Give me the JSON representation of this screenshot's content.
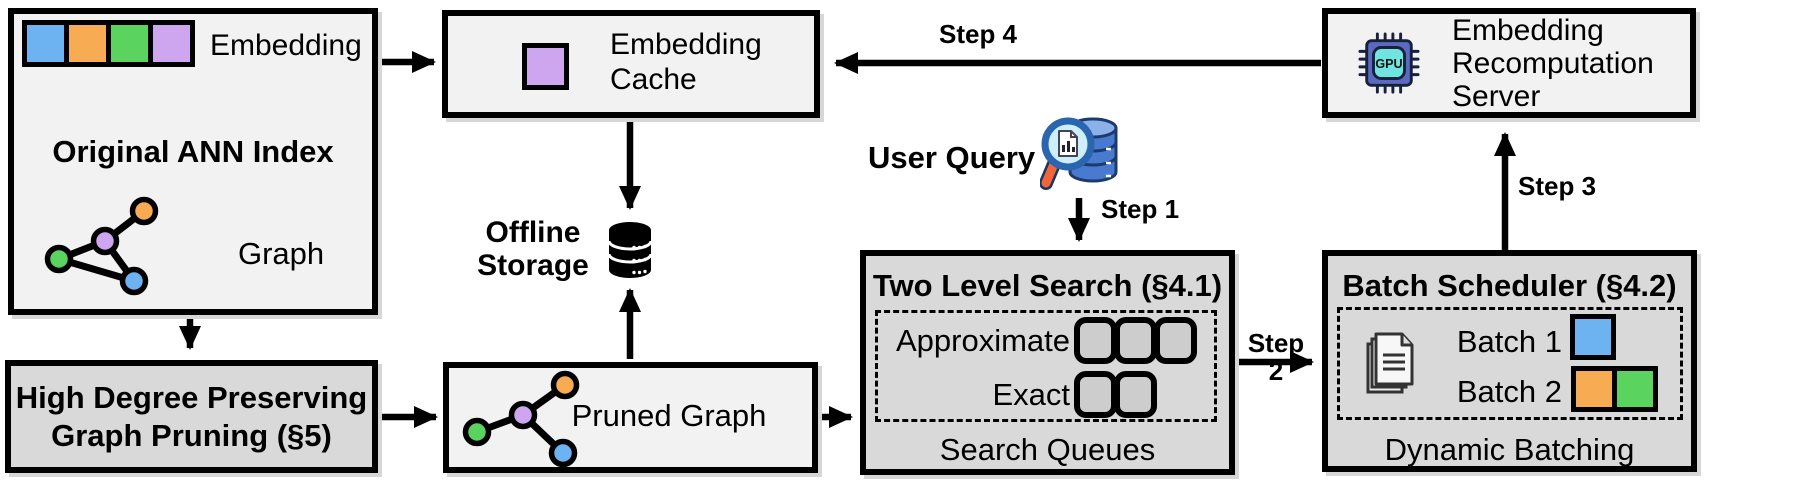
{
  "colors": {
    "box_light": "#f2f2f2",
    "box_dark": "#d9d9d9",
    "border": "#000000",
    "embedding_blue": "#6db3f2",
    "embedding_orange": "#f7ab53",
    "embedding_green": "#5bd45f",
    "embedding_purple": "#cda6ef",
    "gpu_chip_body": "#5b6abf",
    "gpu_chip_core": "#70e5df",
    "query_db_blue": "#4a7ad0",
    "magnifier_handle_orange": "#f2653a"
  },
  "ann_index": {
    "embedding_label": "Embedding",
    "title": "Original ANN Index",
    "graph_label": "Graph",
    "embedding_cells": [
      "blue",
      "orange",
      "green",
      "purple"
    ]
  },
  "embedding_cache": {
    "label": "Embedding\nCache"
  },
  "recomputation_server": {
    "label": "Embedding\nRecomputation\nServer",
    "gpu_label": "GPU"
  },
  "offline_storage": {
    "label": "Offline\nStorage"
  },
  "user_query": {
    "label": "User Query"
  },
  "two_level_search": {
    "title": "Two Level Search (§4.1)",
    "approximate_label": "Approximate",
    "exact_label": "Exact",
    "approximate_queue_count": 3,
    "exact_queue_count": 2,
    "footer": "Search Queues"
  },
  "batch_scheduler": {
    "title": "Batch Scheduler (§4.2)",
    "batches": [
      {
        "label": "Batch 1",
        "colors": [
          "blue"
        ]
      },
      {
        "label": "Batch 2",
        "colors": [
          "orange",
          "green"
        ]
      }
    ],
    "footer": "Dynamic Batching"
  },
  "graph_pruning": {
    "title": "High Degree Preserving\nGraph Pruning (§5)"
  },
  "pruned_graph": {
    "label": "Pruned Graph"
  },
  "steps": {
    "step1": "Step 1",
    "step2": "Step 2",
    "step3": "Step 3",
    "step4": "Step 4"
  },
  "icons": [
    "embedding-vector-icon",
    "graph-icon",
    "cached-embedding-icon",
    "database-icon",
    "magnifier-database-icon",
    "gpu-chip-icon",
    "documents-icon",
    "pruned-graph-icon"
  ]
}
